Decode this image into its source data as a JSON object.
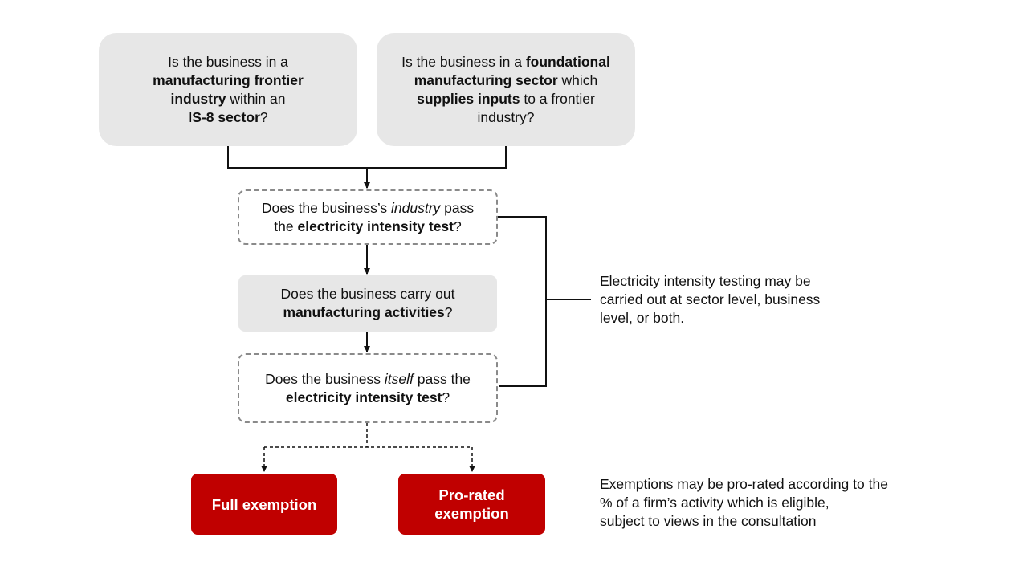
{
  "q1": {
    "l1a": "Is the business in a",
    "l2b": "manufacturing frontier",
    "l3b": "industry",
    "l3a": " within an",
    "l4b": "IS-8 sector",
    "l4a": "?"
  },
  "q2": {
    "l1a": "Is the business in a ",
    "l1b": "foundational",
    "l2b": "manufacturing sector",
    "l2a": " which",
    "l3b": "supplies inputs",
    "l3a": " to a frontier",
    "l4a": "industry?"
  },
  "q3": {
    "l1a": "Does the business’s ",
    "l1i": "industry",
    "l1c": " pass",
    "l2a": "the ",
    "l2b": "electricity intensity test",
    "l2c": "?"
  },
  "q4": {
    "l1a": "Does the business carry out",
    "l2b": "manufacturing activities",
    "l2c": "?"
  },
  "q5": {
    "l1a": "Does the business ",
    "l1i": "itself",
    "l1c": " pass the",
    "l2b": "electricity intensity test",
    "l2c": "?"
  },
  "out_full": "Full exemption",
  "out_pro": {
    "l1": "Pro-rated",
    "l2": "exemption"
  },
  "note_testing": {
    "l1": "Electricity intensity testing may be",
    "l2": "carried out at sector level, business",
    "l3": "level, or both."
  },
  "note_exemptions": {
    "l1": "Exemptions may be pro-rated according to the",
    "l2": "% of a firm’s activity which is eligible,",
    "l3": "subject to views in the consultation"
  },
  "colors": {
    "box_grey": "#e7e7e7",
    "outcome_red": "#c00000",
    "dash_border": "#8a8a8a"
  }
}
